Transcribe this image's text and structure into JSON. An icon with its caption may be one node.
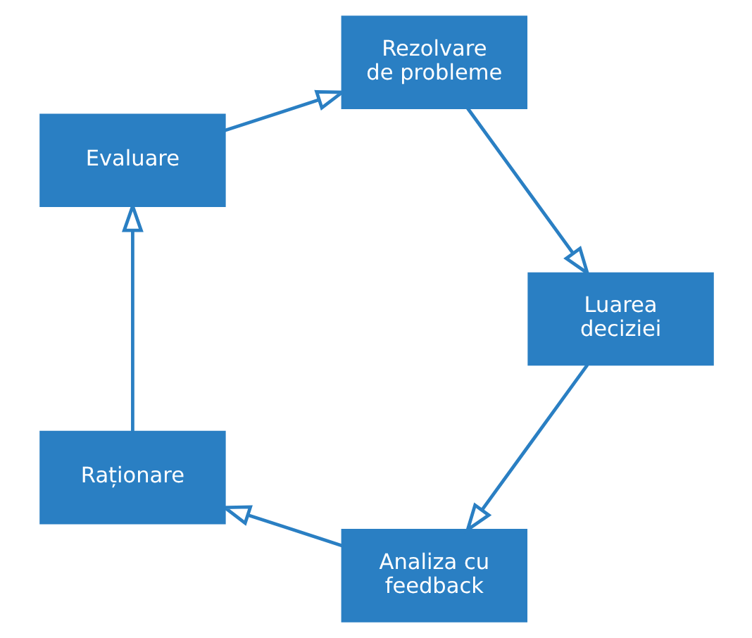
{
  "diagram": {
    "nodes": [
      {
        "text": [
          "Analiza cu feedback"
        ]
      },
      {
        "text": [
          "Raționare"
        ]
      },
      {
        "text": [
          "Evaluare"
        ]
      },
      {
        "text": [
          "Rezolvare de probleme"
        ]
      },
      {
        "text": [
          "Luarea deciziei"
        ]
      }
    ],
    "edges": [
      {
        "from": 0,
        "to": 1,
        "arrow": "to"
      },
      {
        "from": 1,
        "to": 2,
        "arrow": "to"
      },
      {
        "from": 2,
        "to": 3,
        "arrow": "to"
      },
      {
        "from": 3,
        "to": 4,
        "arrow": "to"
      },
      {
        "from": 4,
        "to": 0,
        "arrow": "to"
      }
    ]
  }
}
